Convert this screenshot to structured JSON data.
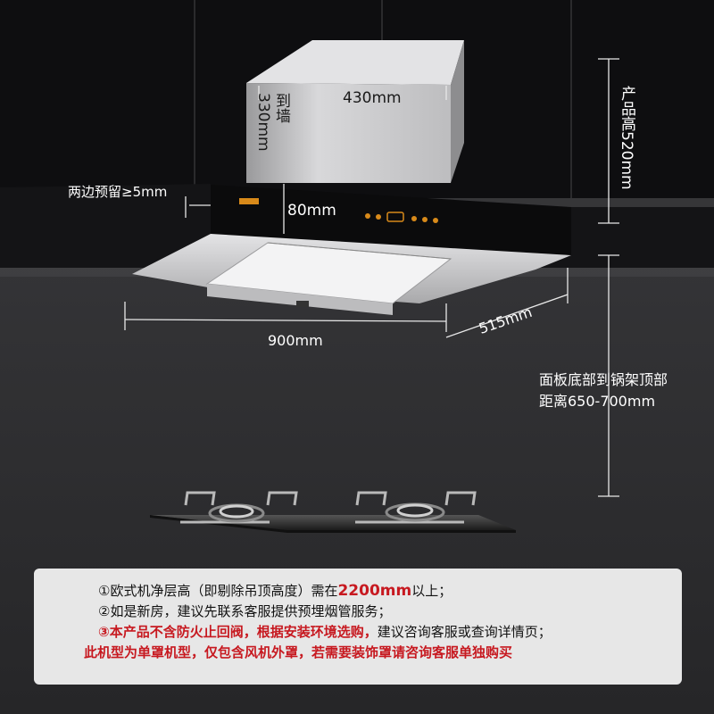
{
  "dimensions": {
    "top_width": "430mm",
    "to_wall_label": "到墙",
    "to_wall_value": "330mm",
    "product_height": "产品高520mm",
    "side_clearance": "两边预留≥5mm",
    "chimney_gap": "80mm",
    "width": "900mm",
    "depth": "515mm",
    "cooktop_distance_line1": "面板底部到锅架顶部",
    "cooktop_distance_line2": "距离650-700mm"
  },
  "notes": {
    "line1_prefix": "①欧式机净层高（即剔除吊顶高度）需在",
    "line1_highlight": "2200mm",
    "line1_suffix": "以上；",
    "line2": "②如是新房，建议先联系客服提供预埋烟管服务；",
    "line3_highlight": "③本产品不含防火止回阀，根据安装环境选购，",
    "line3_suffix": "建议咨询客服或查询详情页；",
    "line4": "此机型为单罩机型，仅包含风机外罩，若需要装饰罩请咨询客服单独购买"
  },
  "colors": {
    "background": "#2b2b2d",
    "cabinet": "#0e0e10",
    "note_panel": "#e7e7e7",
    "highlight_red": "#c71920",
    "panel_orange": "#d88a1a"
  }
}
